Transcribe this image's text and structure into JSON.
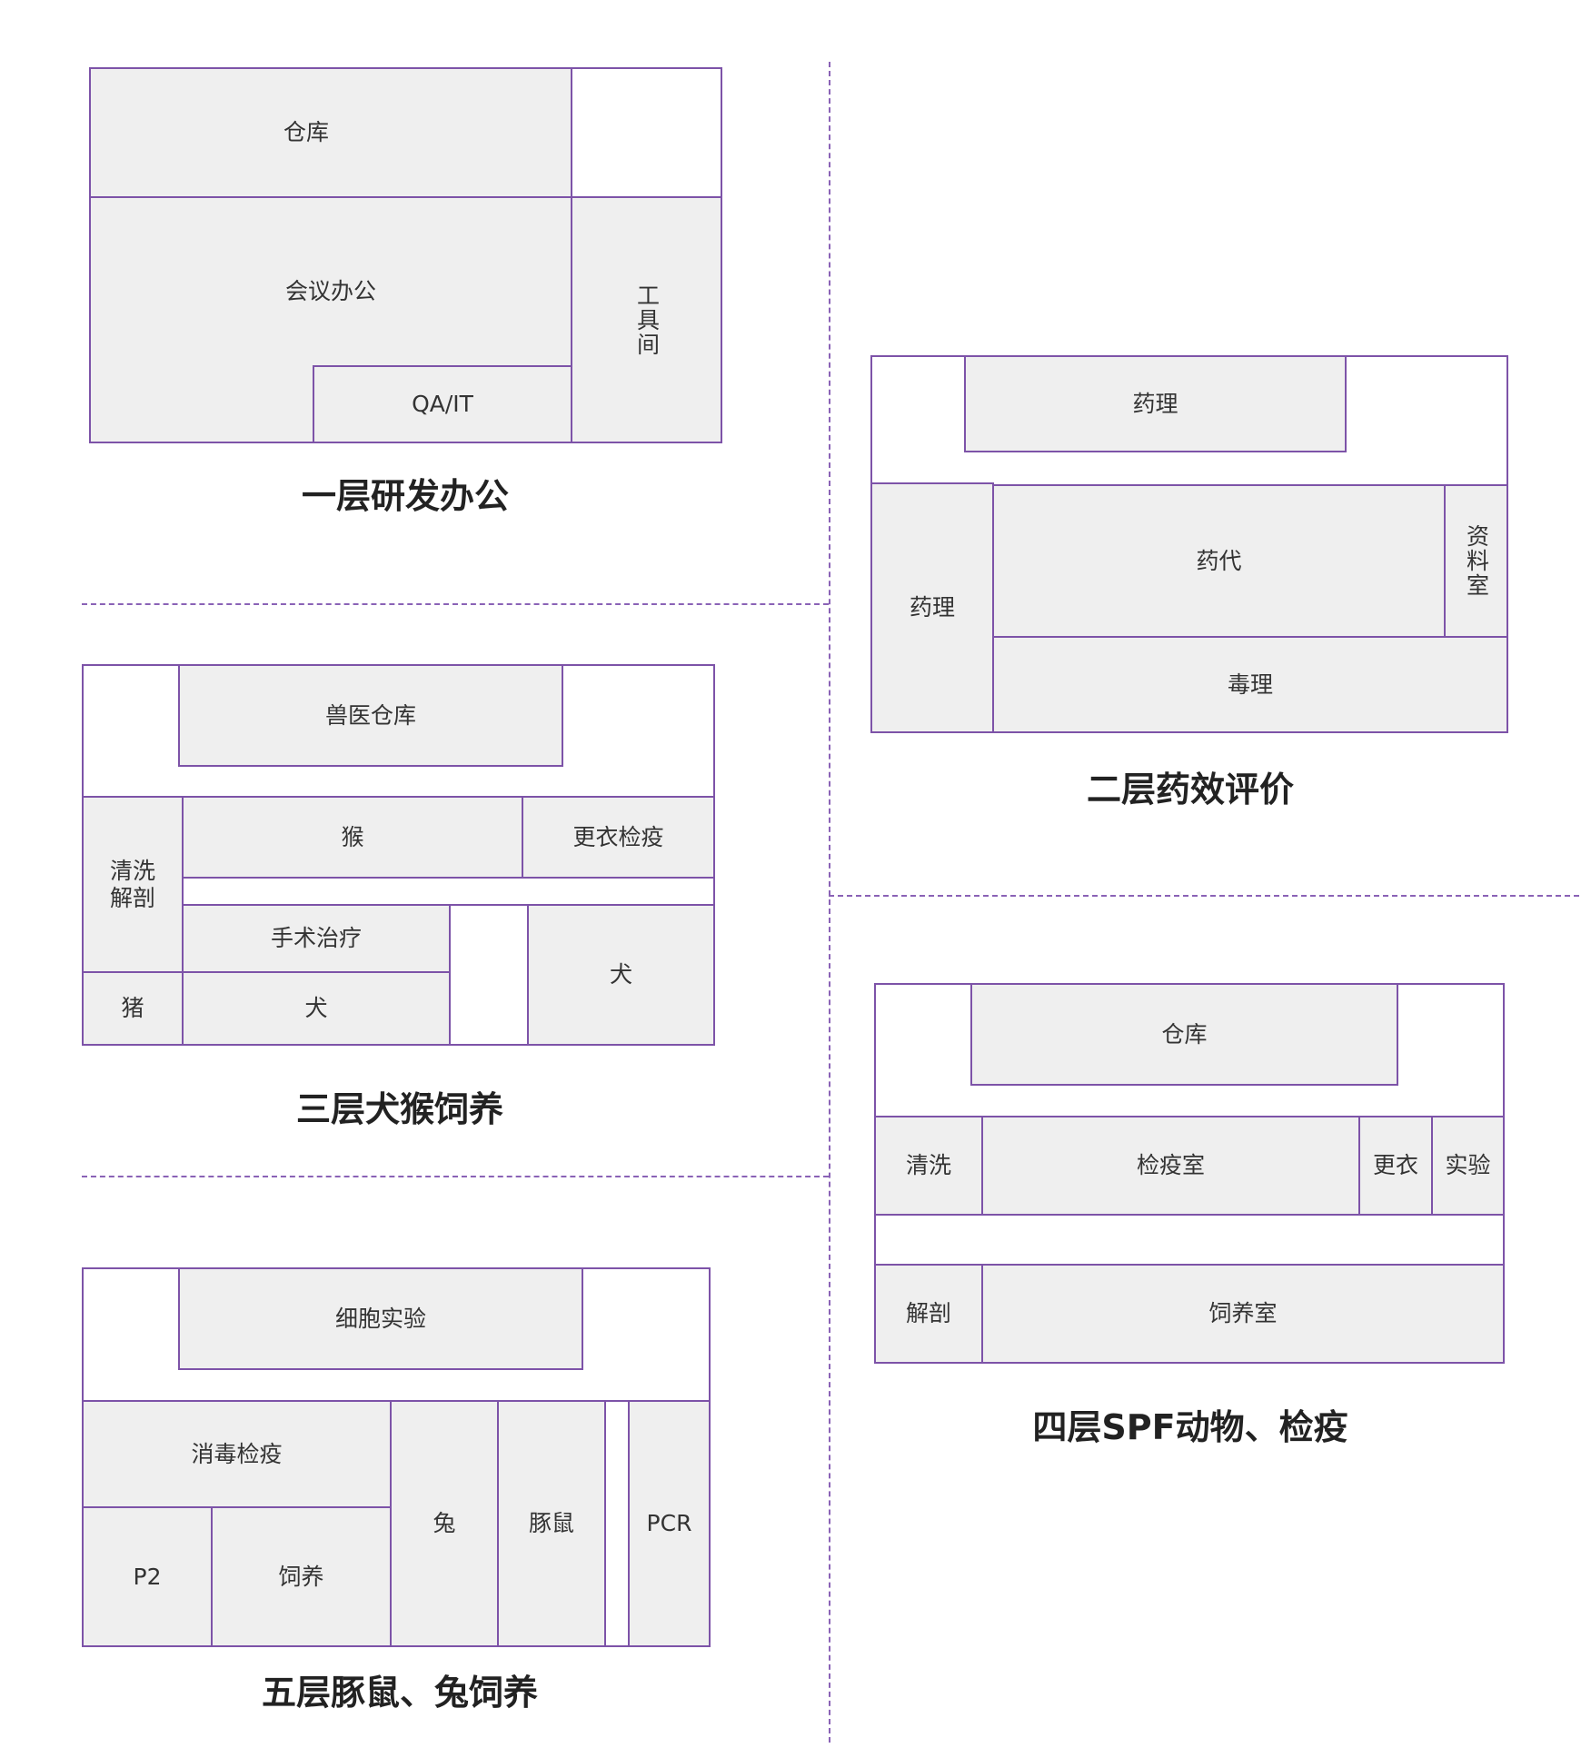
{
  "colors": {
    "border": "#7d53a8",
    "room_fill": "#efefef",
    "divider": "#8a62b6"
  },
  "floor1": {
    "caption": "一层研发办公",
    "rooms": {
      "warehouse": "仓库",
      "meeting_office": "会议办公",
      "qa_it": "QA/IT",
      "tool_room": "工具间"
    }
  },
  "floor2": {
    "caption": "二层药效评价",
    "rooms": {
      "pharmacology_top": "药理",
      "pharmacology_left": "药理",
      "pharmacokinetics": "药代",
      "archive": "资料室",
      "toxicology": "毒理"
    }
  },
  "floor3": {
    "caption": "三层犬猴饲养",
    "rooms": {
      "vet_warehouse": "兽医仓库",
      "clean_dissect": "清洗解剖",
      "monkey": "猴",
      "changing_quarantine": "更衣检疫",
      "surgery": "手术治疗",
      "pig": "猪",
      "dog_left": "犬",
      "dog_right": "犬"
    }
  },
  "floor4": {
    "caption": "四层SPF动物、检疫",
    "rooms": {
      "warehouse": "仓库",
      "cleaning": "清洗",
      "quarantine_room": "检疫室",
      "changing": "更衣",
      "experiment": "实验",
      "dissection": "解剖",
      "breeding_room": "饲养室"
    }
  },
  "floor5": {
    "caption": "五层豚鼠、兔饲养",
    "rooms": {
      "cell_lab": "细胞实验",
      "disinfection": "消毒检疫",
      "p2": "P2",
      "breeding": "饲养",
      "rabbit": "兔",
      "guinea_pig": "豚鼠",
      "pcr": "PCR"
    }
  }
}
